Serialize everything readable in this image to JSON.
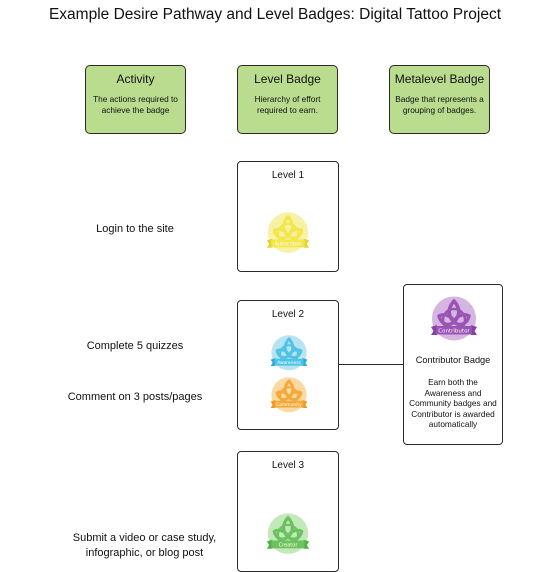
{
  "title": "Example Desire Pathway and Level Badges: Digital Tattoo Project",
  "headers": [
    {
      "title": "Activity",
      "desc": "The actions required to achieve the badge"
    },
    {
      "title": "Level Badge",
      "desc": "Hierarchy of effort required to earn."
    },
    {
      "title": "Metalevel Badge",
      "desc": "Badge that represents a grouping of badges."
    }
  ],
  "levels": [
    {
      "label": "Level 1"
    },
    {
      "label": "Level 2"
    },
    {
      "label": "Level 3"
    }
  ],
  "activities": [
    "Login to the site",
    "Complete 5 quizzes",
    "Comment on 3 posts/pages",
    "Submit a video or case study, infographic,  or blog post"
  ],
  "badges": {
    "subscriber": {
      "name": "Subscriber",
      "color": "#f2e84e",
      "ribbon": "#e5d52c",
      "bg": "#f8f2a8"
    },
    "awareness": {
      "name": "Awareness",
      "color": "#4fc3e6",
      "ribbon": "#2aaed8",
      "bg": "#b7e3f2"
    },
    "community": {
      "name": "Community",
      "color": "#f5a93b",
      "ribbon": "#f09a22",
      "bg": "#fbd9a3"
    },
    "contributor": {
      "name": "Contributor",
      "color": "#9a55b4",
      "ribbon": "#8a3fa6",
      "bg": "#d7b5e3"
    },
    "creator": {
      "name": "Creator",
      "color": "#6cc35d",
      "ribbon": "#52b043",
      "bg": "#c3e8bb"
    }
  },
  "meta": {
    "title": "Contributor Badge",
    "desc": "Earn both the Awareness and Community badges and Contributor is awarded automatically"
  }
}
